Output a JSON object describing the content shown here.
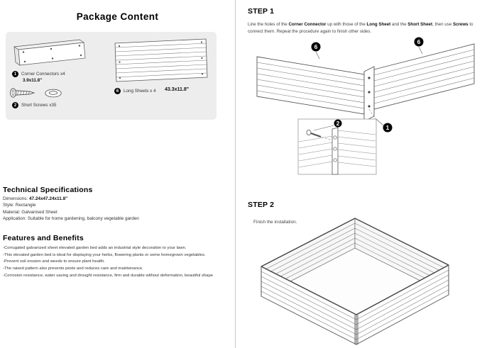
{
  "package": {
    "title": "Package Content",
    "corner": {
      "num": "1",
      "label": "Corner Connectors x4",
      "size": "3.9x11.8\""
    },
    "screws": {
      "num": "2",
      "label": "Short Screws x35"
    },
    "sheets": {
      "num": "6",
      "label": "Long Sheets x 4",
      "size": "43.3x11.8\""
    }
  },
  "specs": {
    "title": "Technical Specifications",
    "dimensions_label": "Dimensions:",
    "dimensions_value": "47.24x47.24x11.8\"",
    "style_line": "Style: Rectangle",
    "material_line": "Material: Galvanised Sheet",
    "application_line": "Application: Suitable for home gardening, balcony vegetable garden"
  },
  "features": {
    "title": "Features and Benefits",
    "items": [
      "-Corrugated galvanized sheet elevated garden bed adds an industrial style decoration to your lawn.",
      "-This elevated garden bed is ideal for displaying your herbs, flowering plants or some homegrown vegetables.",
      "-Prevent soil erosion and weeds to ensure plant health.",
      "-The raised pattern also prevents pests and reduces care and maintenance.",
      "-Corrosion resistance, water saving and drought resistance, firm and durable without deformation, beautiful shape"
    ]
  },
  "step1": {
    "title": "STEP 1",
    "instr_1": "Line the holes of the ",
    "instr_b1": "Corner Connector",
    "instr_2": " up with those of the ",
    "instr_b2": "Long Sheet",
    "instr_3": " and the ",
    "instr_b3": "Short Sheet",
    "instr_4": ", then use ",
    "instr_b4": "Screws",
    "instr_5": " to connect them. Repeat the procedure again to finish other sides.",
    "labels": {
      "left_sheet": "6",
      "right_sheet": "6",
      "corner": "1",
      "screw": "2"
    }
  },
  "step2": {
    "title": "STEP 2",
    "caption": "Finish the installation."
  }
}
